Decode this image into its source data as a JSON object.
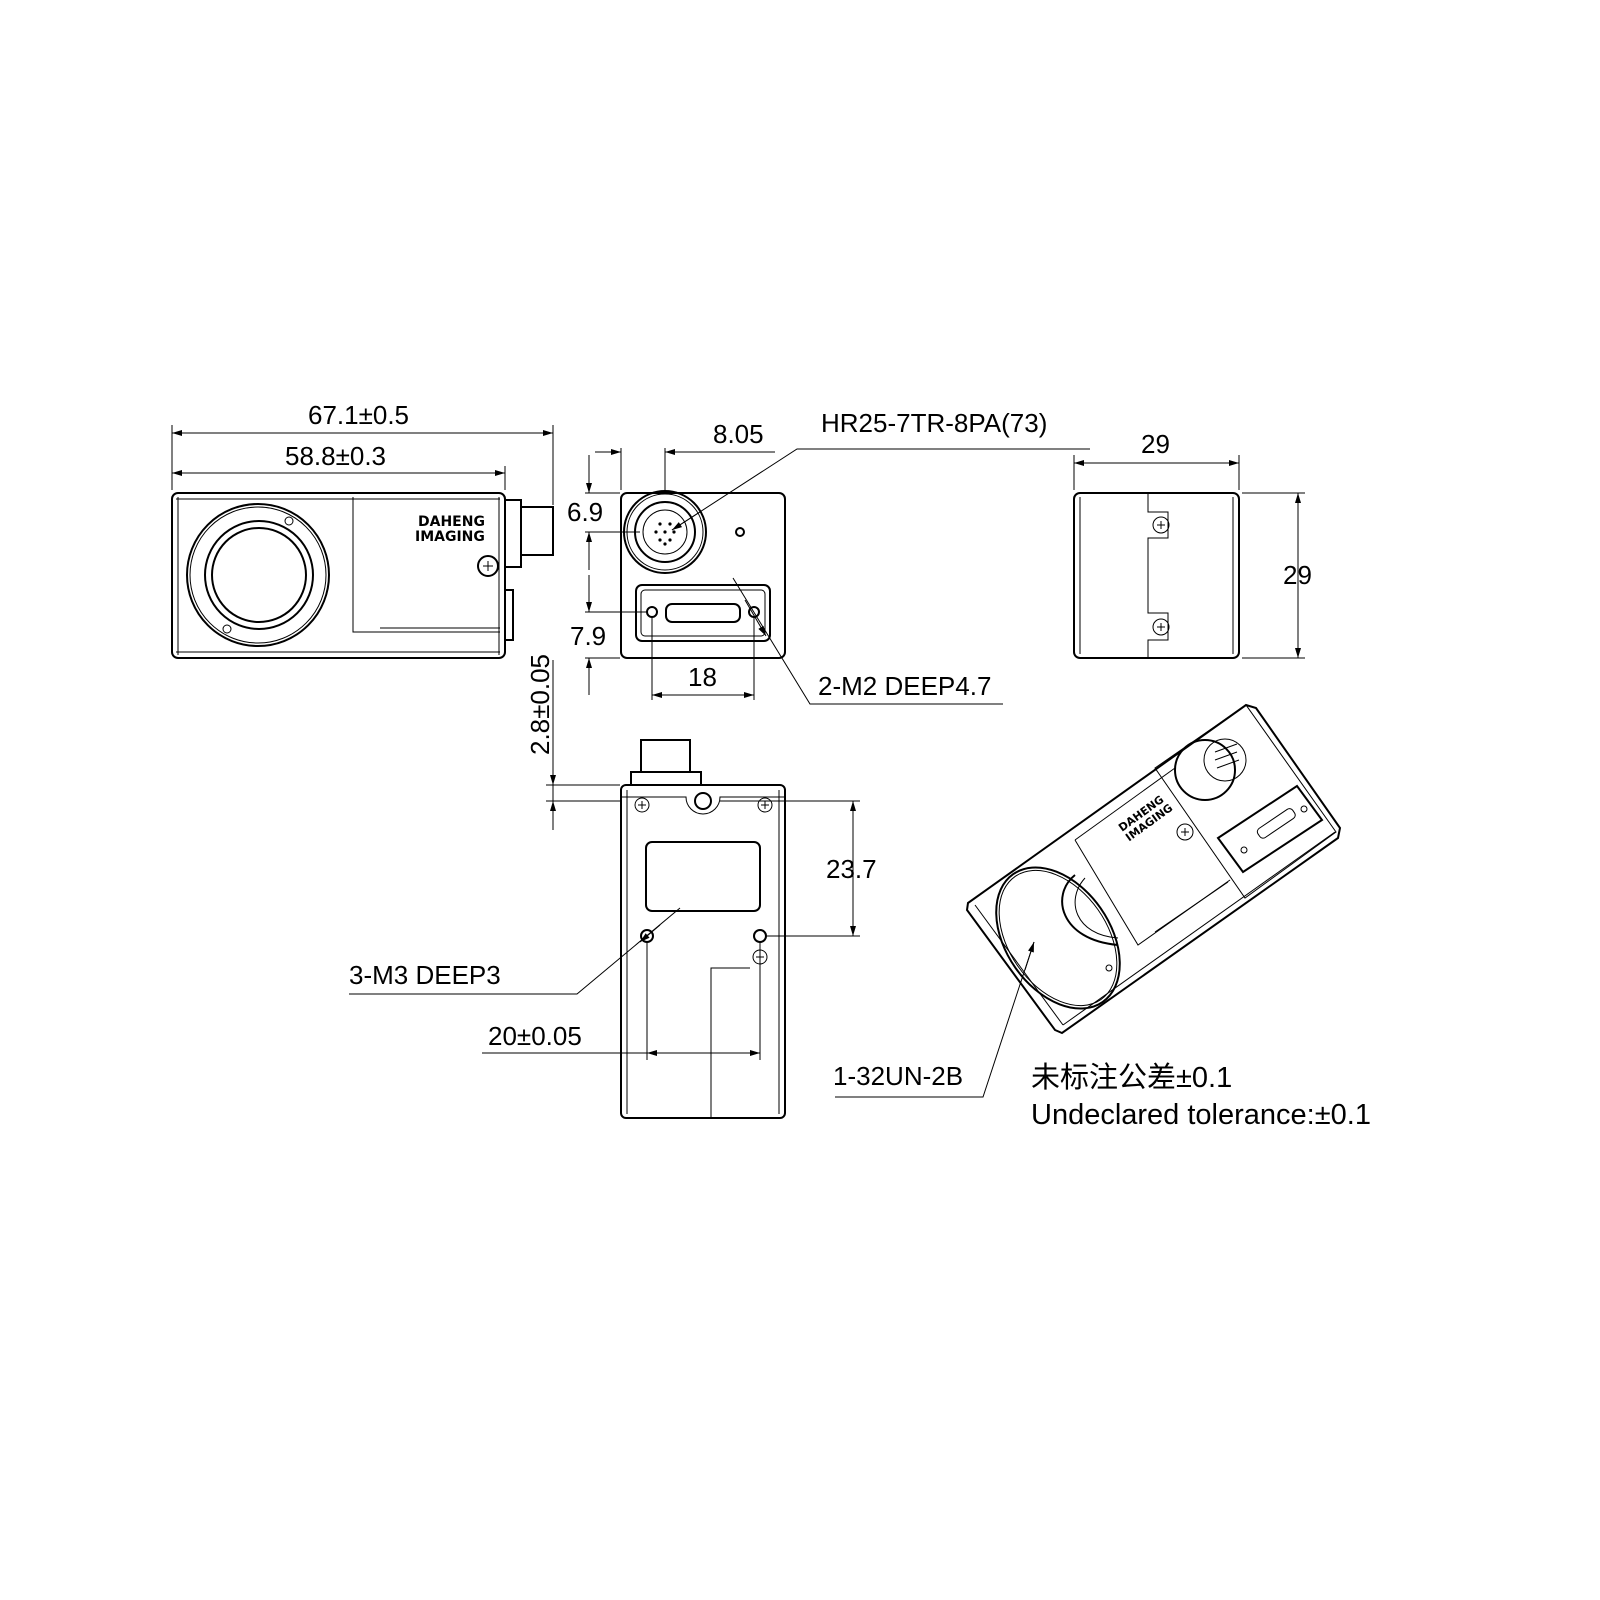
{
  "drawing": {
    "side_view": {
      "overall_length": "67.1±0.5",
      "body_length": "58.8±0.3",
      "logo_line1": "DAHENG",
      "logo_line2": "IMAGING",
      "flange_offset": "2.8±0.05"
    },
    "front_view": {
      "connector_offset_x": "8.05",
      "connector_callout": "HR25-7TR-8PA(73)",
      "connector_offset_y": "6.9",
      "usb_offset_y": "7.9",
      "screw_spacing": "18",
      "screw_callout": "2-M2 DEEP4.7"
    },
    "end_view": {
      "width": "29",
      "height": "29"
    },
    "bottom_view": {
      "hole_offset": "23.7",
      "hole_callout": "3-M3 DEEP3",
      "hole_spacing": "20±0.05"
    },
    "iso_view": {
      "thread_callout": "1-32UN-2B"
    },
    "notes": {
      "tolerance_cn": "未标注公差±0.1",
      "tolerance_en": "Undeclared tolerance:±0.1"
    }
  }
}
